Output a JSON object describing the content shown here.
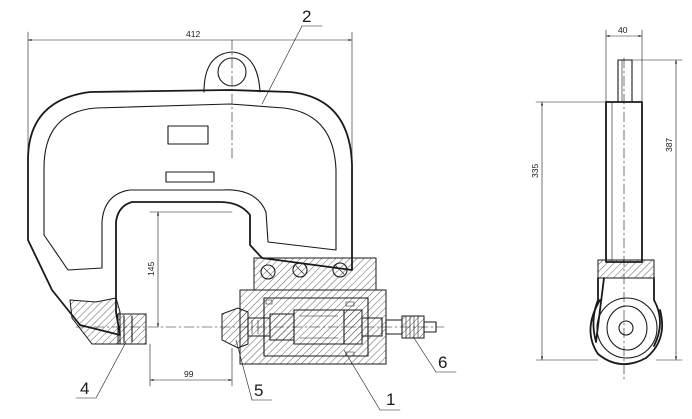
{
  "dimensions": {
    "overall_width": "412",
    "jaw_height": "145",
    "jaw_offset": "99",
    "side_thickness": "40",
    "side_height": "335",
    "side_total_height": "387"
  },
  "callouts": {
    "part_1": "1",
    "part_2": "2",
    "part_4": "4",
    "part_5": "5",
    "part_6": "6"
  }
}
